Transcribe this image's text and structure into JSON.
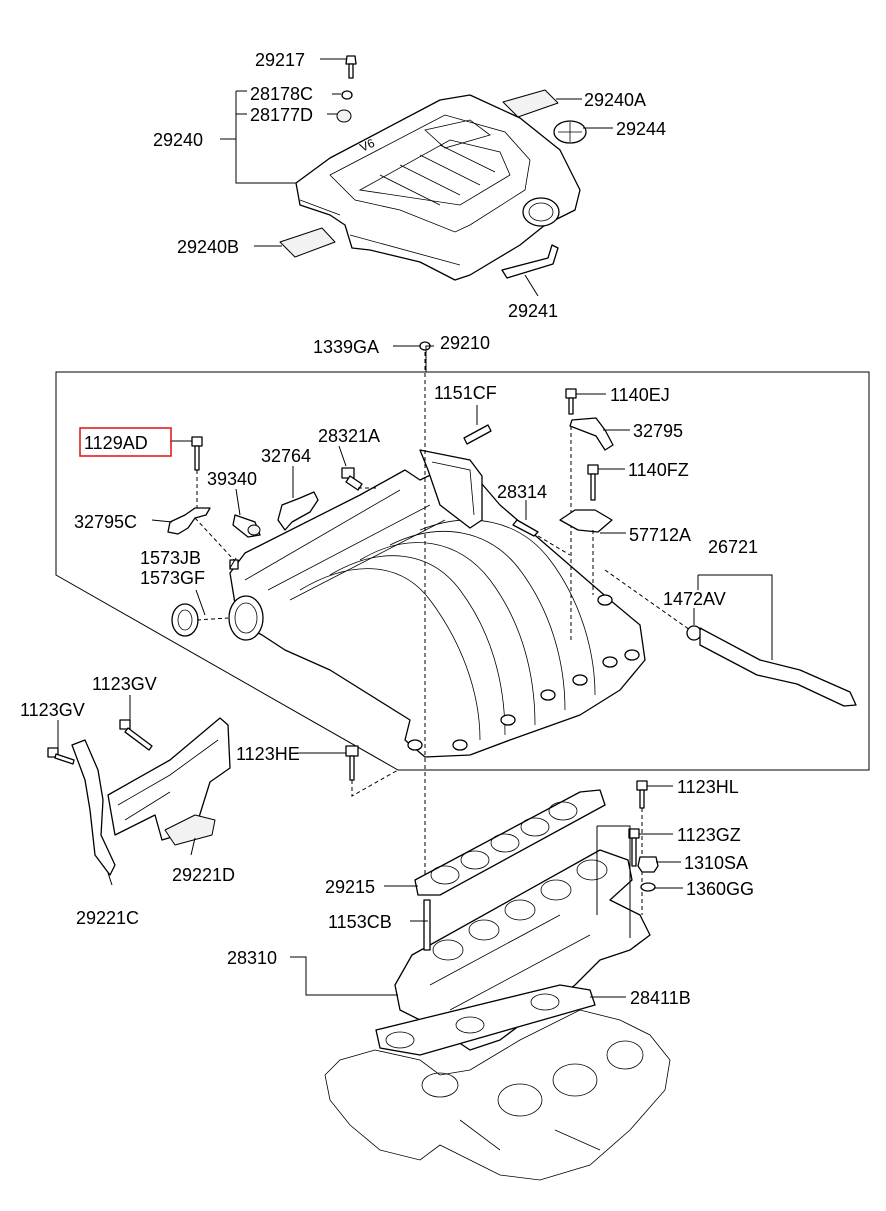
{
  "highlight_color": "#e02020",
  "highlighted_part": "1129AD",
  "labels": {
    "p29217": "29217",
    "p28178C": "28178C",
    "p28177D": "28177D",
    "p29240": "29240",
    "p29240A": "29240A",
    "p29244": "29244",
    "p29240B": "29240B",
    "p29241": "29241",
    "p1339GA": "1339GA",
    "p29210": "29210",
    "p1151CF": "1151CF",
    "p1140EJ": "1140EJ",
    "p1129AD": "1129AD",
    "p28321A": "28321A",
    "p32795_r": "32795",
    "p32764": "32764",
    "p1140FZ": "1140FZ",
    "p39340": "39340",
    "p28314": "28314",
    "p32795C": "32795C",
    "p57712A": "57712A",
    "p26721": "26721",
    "p1573JB": "1573JB",
    "p1573GF": "1573GF",
    "p1472AV": "1472AV",
    "p1123GV_a": "1123GV",
    "p1123GV_b": "1123GV",
    "p1123HE": "1123HE",
    "p1123HL": "1123HL",
    "p1123GZ": "1123GZ",
    "p29221D": "29221D",
    "p1310SA": "1310SA",
    "p29215": "29215",
    "p1360GG": "1360GG",
    "p29221C": "29221C",
    "p1153CB": "1153CB",
    "p28310": "28310",
    "p28411B": "28411B"
  }
}
